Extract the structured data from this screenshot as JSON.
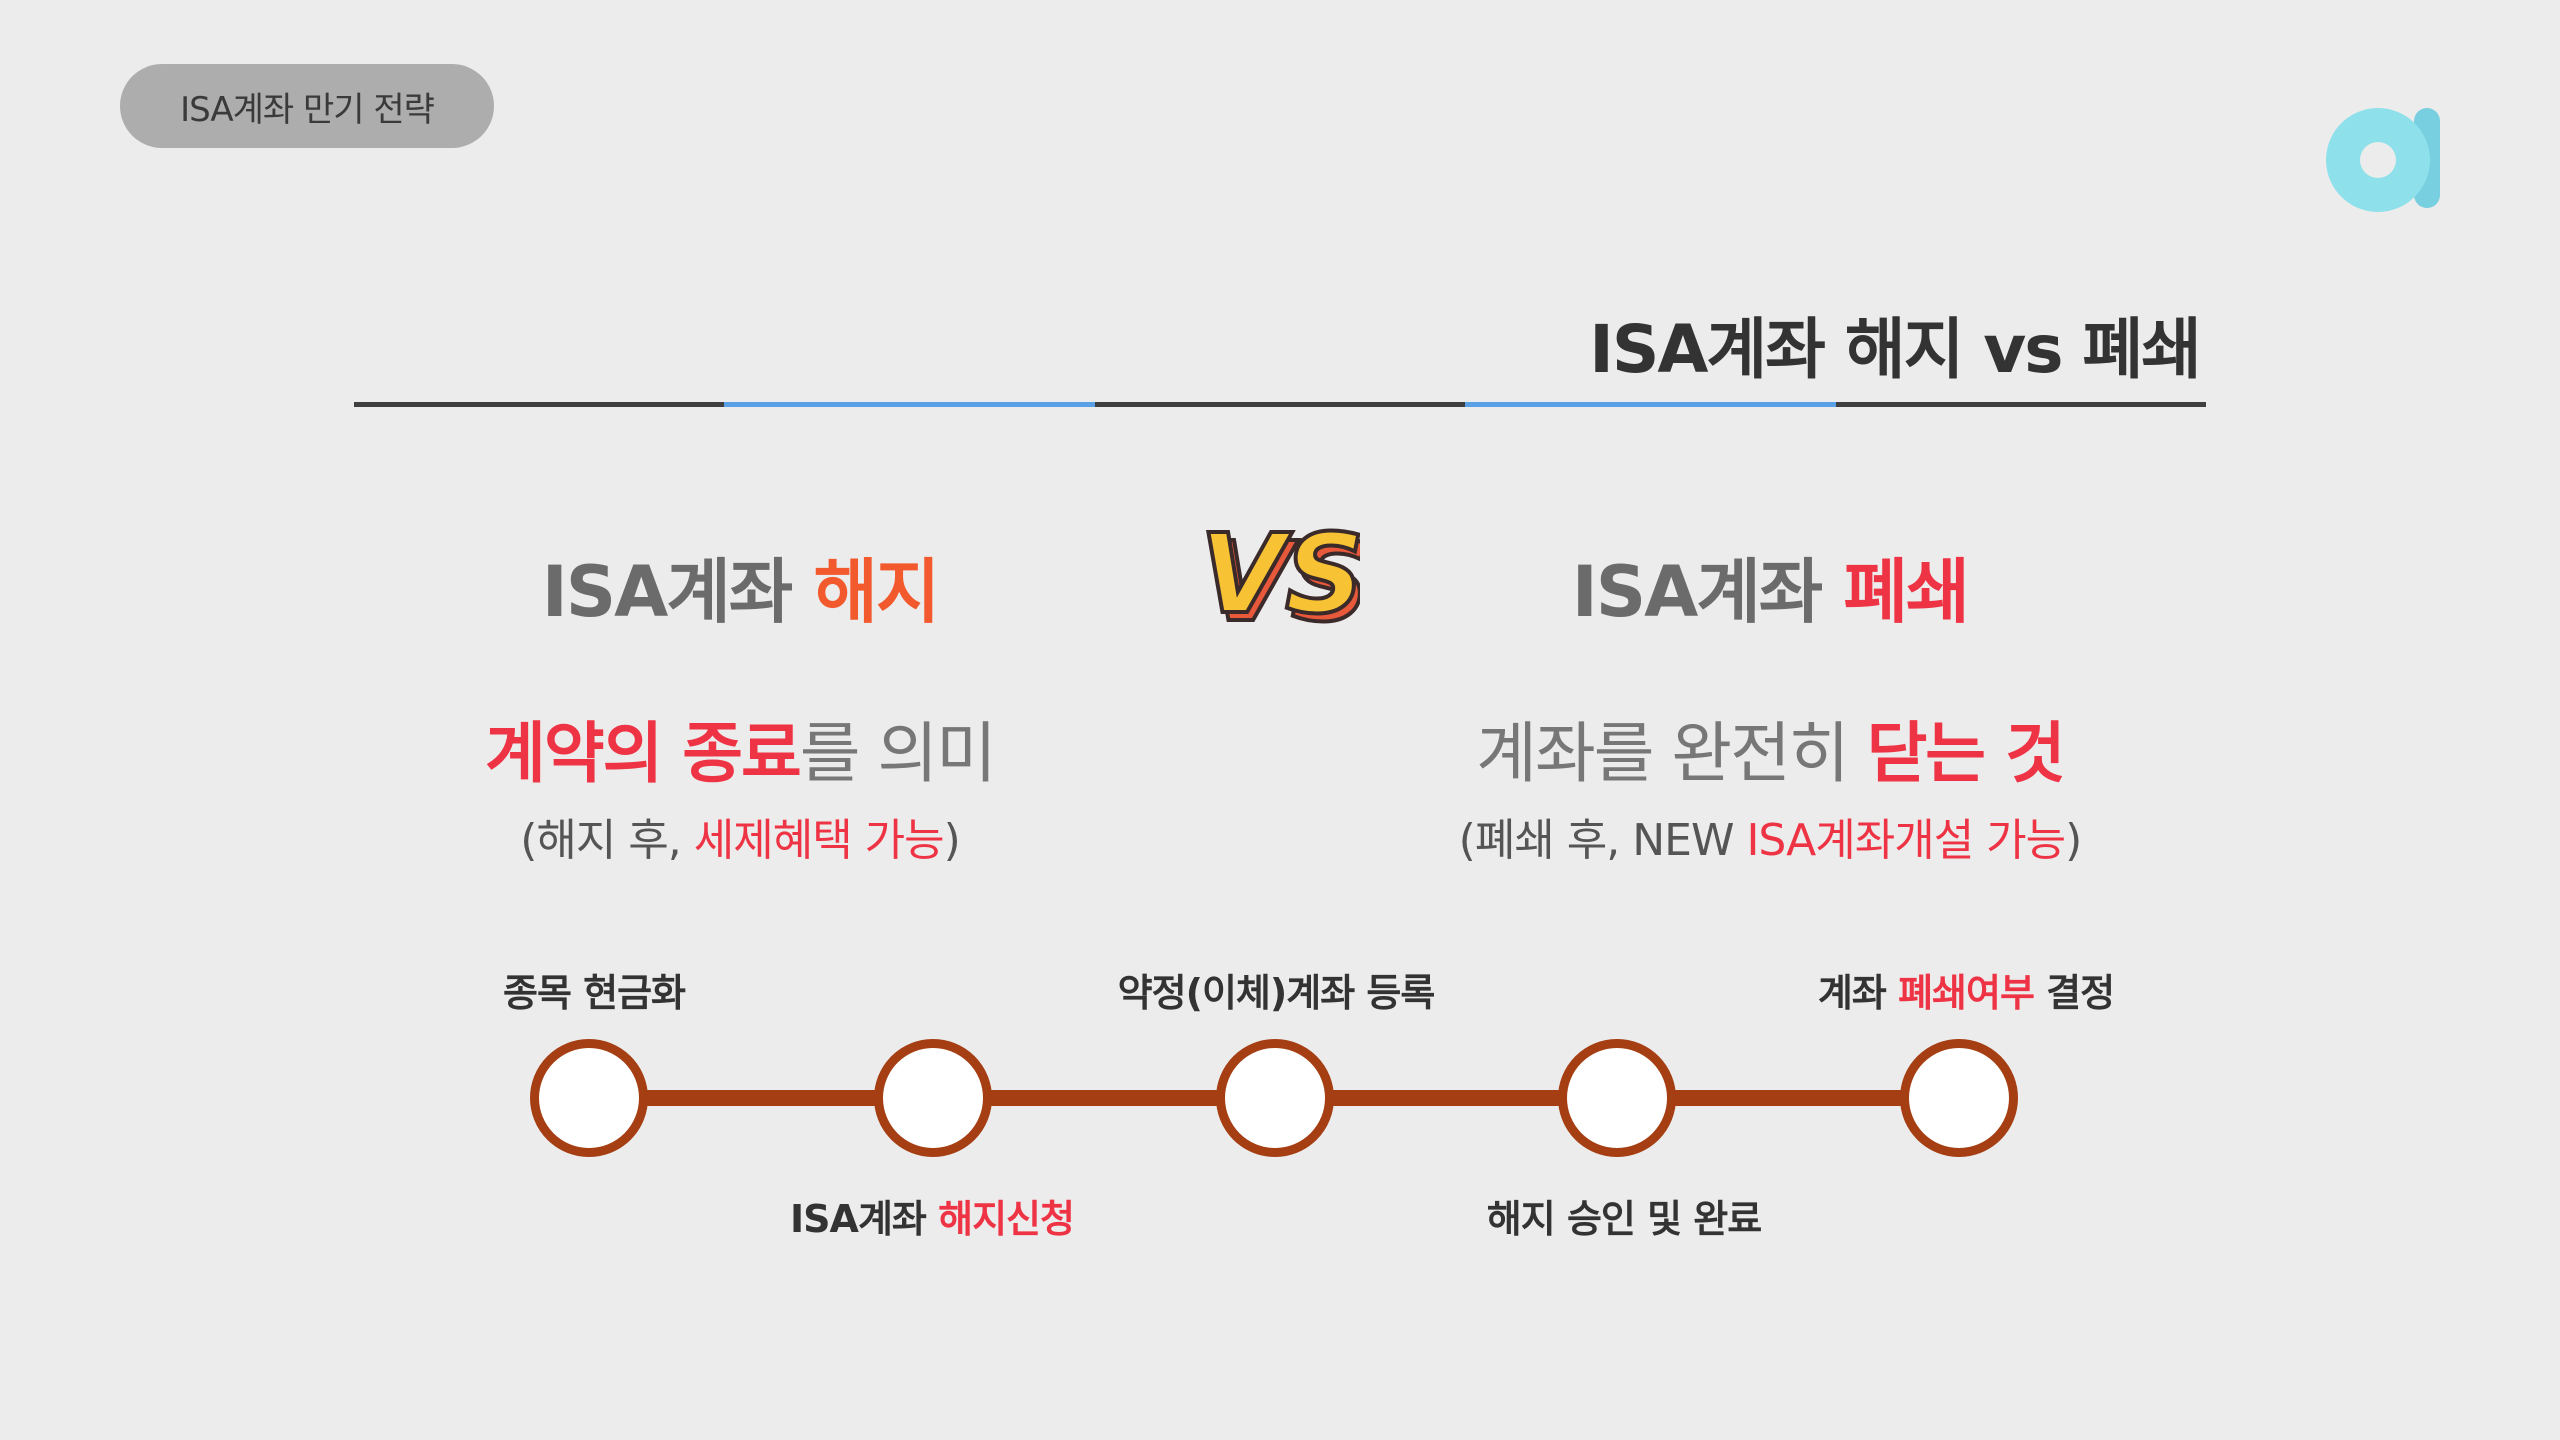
{
  "header": {
    "tag_label": "ISA계좌 만기 전략",
    "title": "ISA계좌 해지 vs 폐쇄"
  },
  "colors": {
    "background": "#ececec",
    "accent_red": "#ee3344",
    "accent_orange": "#f25a2e",
    "timeline": "#a53e12",
    "divider_blue": "#5aa0e6",
    "logo_teal": "#7fd9e3"
  },
  "comparison": {
    "vs_label": "VS",
    "left": {
      "head_prefix": "ISA계좌 ",
      "head_highlight": "해지",
      "main_highlight": "계약의 종료",
      "main_rest": "를 의미",
      "sub_prefix": "(해지 후, ",
      "sub_highlight": "세제혜택 가능",
      "sub_suffix": ")"
    },
    "right": {
      "head_prefix": "ISA계좌 ",
      "head_highlight": "폐쇄",
      "main_rest": "계좌를 완전히 ",
      "main_highlight": "닫는 것",
      "sub_prefix": "(폐쇄 후, NEW ",
      "sub_highlight": "ISA계좌개설 가능",
      "sub_suffix": ")"
    }
  },
  "timeline": {
    "steps": [
      {
        "prefix": "종목 현금화",
        "highlight": "",
        "suffix": ""
      },
      {
        "prefix": "ISA계좌 ",
        "highlight": "해지신청",
        "suffix": ""
      },
      {
        "prefix": "약정(이체)계좌 등록",
        "highlight": "",
        "suffix": ""
      },
      {
        "prefix": "해지 승인 및 완료",
        "highlight": "",
        "suffix": ""
      },
      {
        "prefix": "계좌 ",
        "highlight": "폐쇄여부",
        "suffix": " 결정"
      }
    ]
  }
}
